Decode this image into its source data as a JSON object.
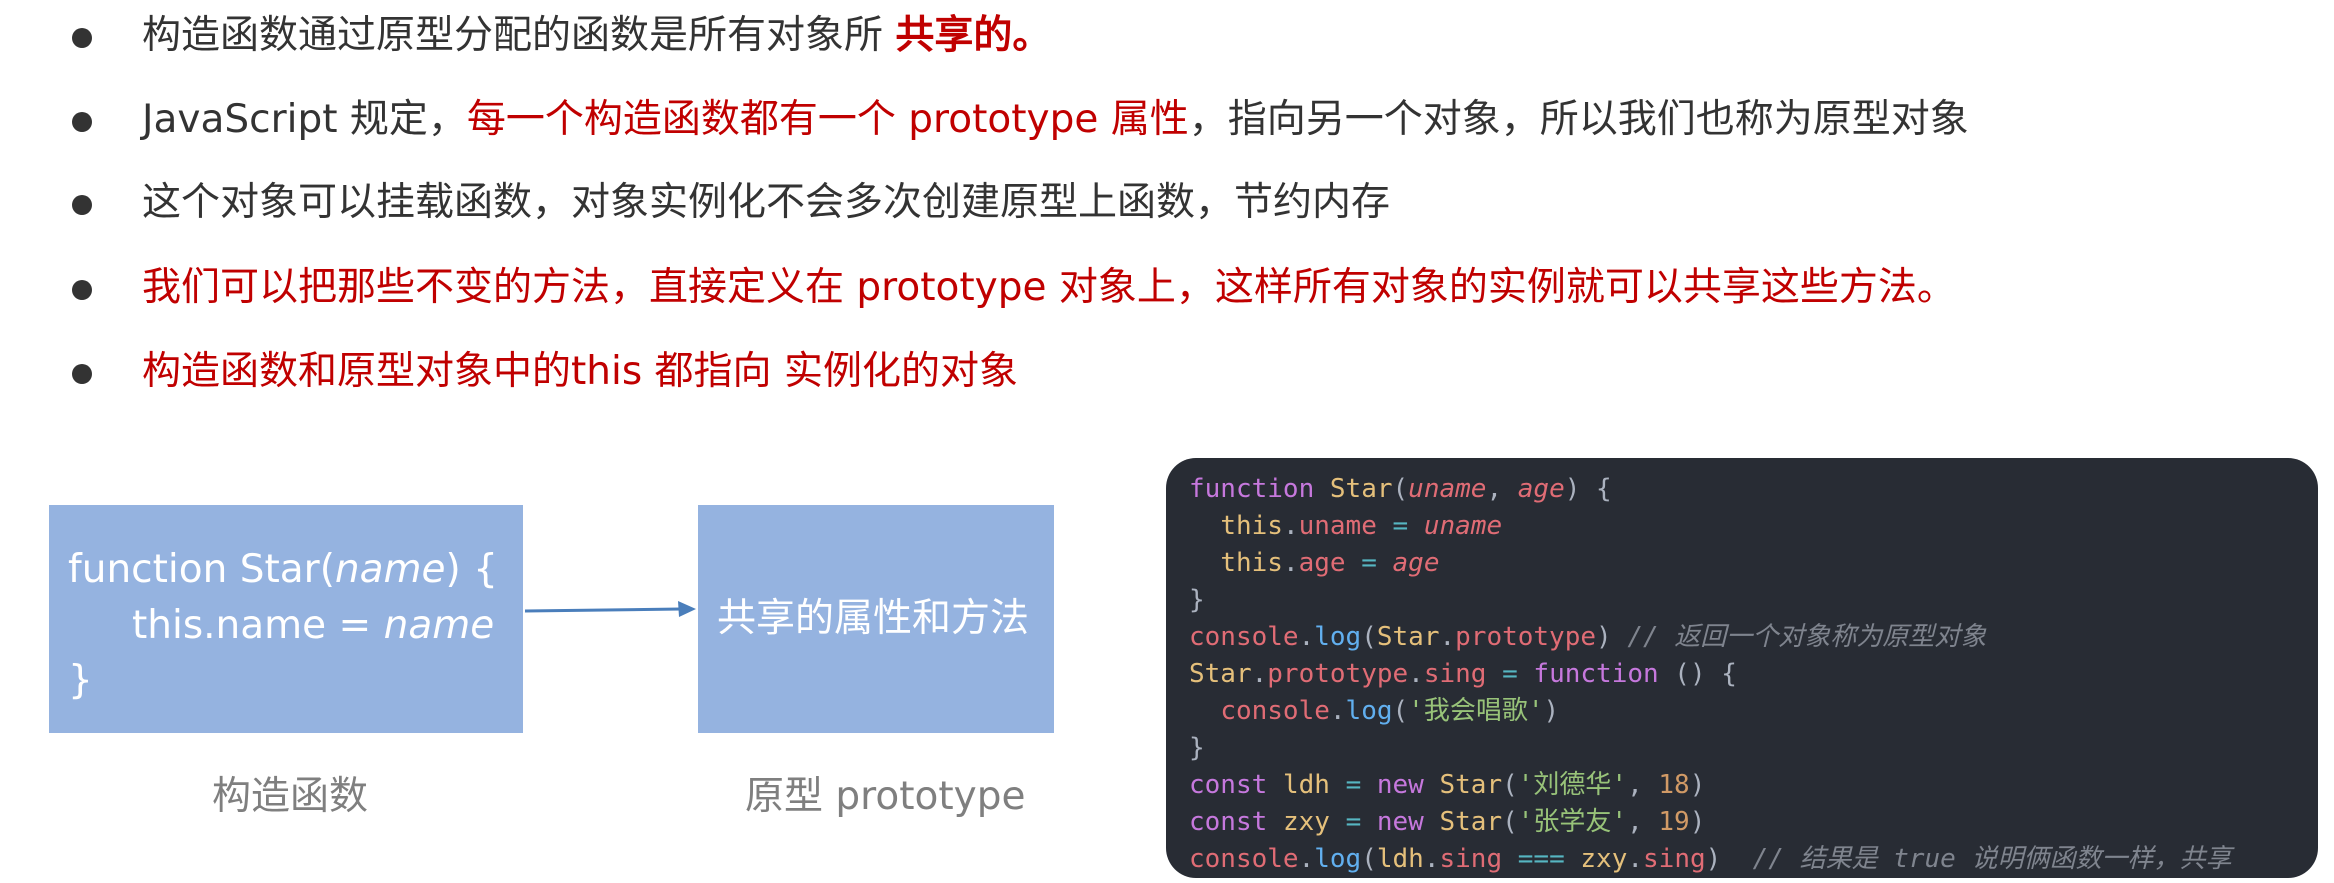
{
  "bullets": [
    {
      "segments": [
        {
          "text": "构造函数通过原型分配的函数是所有对象所 ",
          "style": "normal"
        },
        {
          "text": "共享的。",
          "style": "red-bold"
        }
      ]
    },
    {
      "segments": [
        {
          "text": "JavaScript 规定，",
          "style": "normal"
        },
        {
          "text": "每一个构造函数都有一个 prototype 属性",
          "style": "red"
        },
        {
          "text": "，指向另一个对象，所以我们也称为原型对象",
          "style": "normal"
        }
      ]
    },
    {
      "segments": [
        {
          "text": "这个对象可以挂载函数，对象实例化不会多次创建原型上函数，节约内存",
          "style": "normal"
        }
      ]
    },
    {
      "segments": [
        {
          "text": "我们可以把那些不变的方法，直接定义在 prototype 对象上，这样所有对象的实例就可以共享这些方法。",
          "style": "red"
        }
      ]
    },
    {
      "segments": [
        {
          "text": "构造函数和原型对象中的this 都指向 实例化的对象",
          "style": "red"
        }
      ]
    }
  ],
  "diagram": {
    "left_box": {
      "line1_a": "function Star(",
      "line1_b": "name",
      "line1_c": ") {",
      "line2_a": "this.name = ",
      "line2_b": "name",
      "line3": "}"
    },
    "right_box": {
      "text": "共享的属性和方法"
    },
    "left_caption": "构造函数",
    "right_caption": "原型 prototype"
  },
  "code": {
    "lines": [
      [
        [
          "kw",
          "function"
        ],
        [
          "pl",
          " "
        ],
        [
          "cls",
          "Star"
        ],
        [
          "pl",
          "("
        ],
        [
          "prm",
          "uname"
        ],
        [
          "pl",
          ", "
        ],
        [
          "prm",
          "age"
        ],
        [
          "pl",
          ") {"
        ]
      ],
      [
        [
          "pl",
          "  "
        ],
        [
          "cls",
          "this"
        ],
        [
          "pl",
          "."
        ],
        [
          "var",
          "uname"
        ],
        [
          "pl",
          " "
        ],
        [
          "op",
          "="
        ],
        [
          "pl",
          " "
        ],
        [
          "prm",
          "uname"
        ]
      ],
      [
        [
          "pl",
          "  "
        ],
        [
          "cls",
          "this"
        ],
        [
          "pl",
          "."
        ],
        [
          "var",
          "age"
        ],
        [
          "pl",
          " "
        ],
        [
          "op",
          "="
        ],
        [
          "pl",
          " "
        ],
        [
          "prm",
          "age"
        ]
      ],
      [
        [
          "pl",
          "}"
        ]
      ],
      [
        [
          "var",
          "console"
        ],
        [
          "pl",
          "."
        ],
        [
          "fn",
          "log"
        ],
        [
          "pl",
          "("
        ],
        [
          "cls",
          "Star"
        ],
        [
          "pl",
          "."
        ],
        [
          "var",
          "prototype"
        ],
        [
          "pl",
          ") "
        ],
        [
          "cmt",
          "// 返回一个对象称为原型对象"
        ]
      ],
      [
        [
          "cls",
          "Star"
        ],
        [
          "pl",
          "."
        ],
        [
          "var",
          "prototype"
        ],
        [
          "pl",
          "."
        ],
        [
          "var",
          "sing"
        ],
        [
          "pl",
          " "
        ],
        [
          "op",
          "="
        ],
        [
          "pl",
          " "
        ],
        [
          "kw",
          "function"
        ],
        [
          "pl",
          " () {"
        ]
      ],
      [
        [
          "pl",
          "  "
        ],
        [
          "var",
          "console"
        ],
        [
          "pl",
          "."
        ],
        [
          "fn",
          "log"
        ],
        [
          "pl",
          "("
        ],
        [
          "str",
          "'我会唱歌'"
        ],
        [
          "pl",
          ")"
        ]
      ],
      [
        [
          "pl",
          "}"
        ]
      ],
      [
        [
          "kw",
          "const"
        ],
        [
          "pl",
          " "
        ],
        [
          "cls",
          "ldh"
        ],
        [
          "pl",
          " "
        ],
        [
          "op",
          "="
        ],
        [
          "pl",
          " "
        ],
        [
          "kw",
          "new"
        ],
        [
          "pl",
          " "
        ],
        [
          "cls",
          "Star"
        ],
        [
          "pl",
          "("
        ],
        [
          "str",
          "'刘德华'"
        ],
        [
          "pl",
          ", "
        ],
        [
          "num",
          "18"
        ],
        [
          "pl",
          ")"
        ]
      ],
      [
        [
          "kw",
          "const"
        ],
        [
          "pl",
          " "
        ],
        [
          "cls",
          "zxy"
        ],
        [
          "pl",
          " "
        ],
        [
          "op",
          "="
        ],
        [
          "pl",
          " "
        ],
        [
          "kw",
          "new"
        ],
        [
          "pl",
          " "
        ],
        [
          "cls",
          "Star"
        ],
        [
          "pl",
          "("
        ],
        [
          "str",
          "'张学友'"
        ],
        [
          "pl",
          ", "
        ],
        [
          "num",
          "19"
        ],
        [
          "pl",
          ")"
        ]
      ],
      [
        [
          "var",
          "console"
        ],
        [
          "pl",
          "."
        ],
        [
          "fn",
          "log"
        ],
        [
          "pl",
          "("
        ],
        [
          "cls",
          "ldh"
        ],
        [
          "pl",
          "."
        ],
        [
          "var",
          "sing"
        ],
        [
          "pl",
          " "
        ],
        [
          "op",
          "==="
        ],
        [
          "pl",
          " "
        ],
        [
          "cls",
          "zxy"
        ],
        [
          "pl",
          "."
        ],
        [
          "var",
          "sing"
        ],
        [
          "pl",
          ")  "
        ],
        [
          "cmt",
          "// 结果是 true 说明俩函数一样，共享"
        ]
      ]
    ]
  },
  "colors": {
    "accent_red": "#c00000",
    "box_blue": "#95b3e0",
    "arrow_blue": "#4a7ebb",
    "code_bg": "#282c34"
  }
}
